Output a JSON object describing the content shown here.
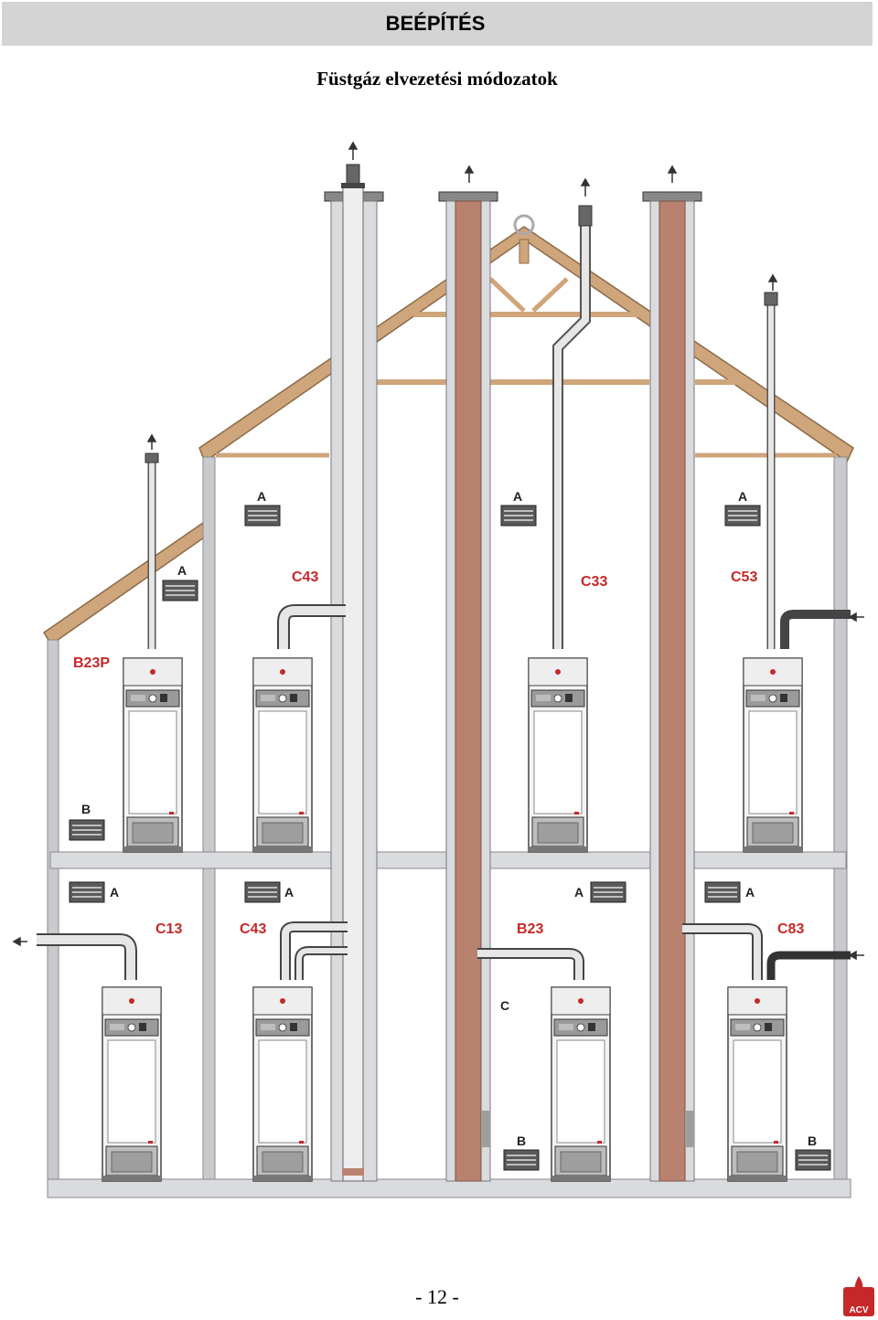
{
  "header": {
    "title": "BEÉPÍTÉS"
  },
  "subtitle": "Füstgáz elvezetési módozatok",
  "labels": {
    "b23p": "B23P",
    "c43_upper": "C43",
    "c33": "C33",
    "c53": "C53",
    "c13": "C13",
    "c43_lower": "C43",
    "b23": "B23",
    "c83": "C83",
    "a": "A",
    "b": "B",
    "c": "C"
  },
  "logo": {
    "text": "ACV"
  },
  "page_number": "- 12 -",
  "colors": {
    "header_bg": "#d4d4d4",
    "label_red": "#c62828",
    "chimney_brick": "#b8826e",
    "roof_wood": "#cfa57b",
    "wall_grey": "#c8cacd",
    "logo_red": "#c62828"
  }
}
